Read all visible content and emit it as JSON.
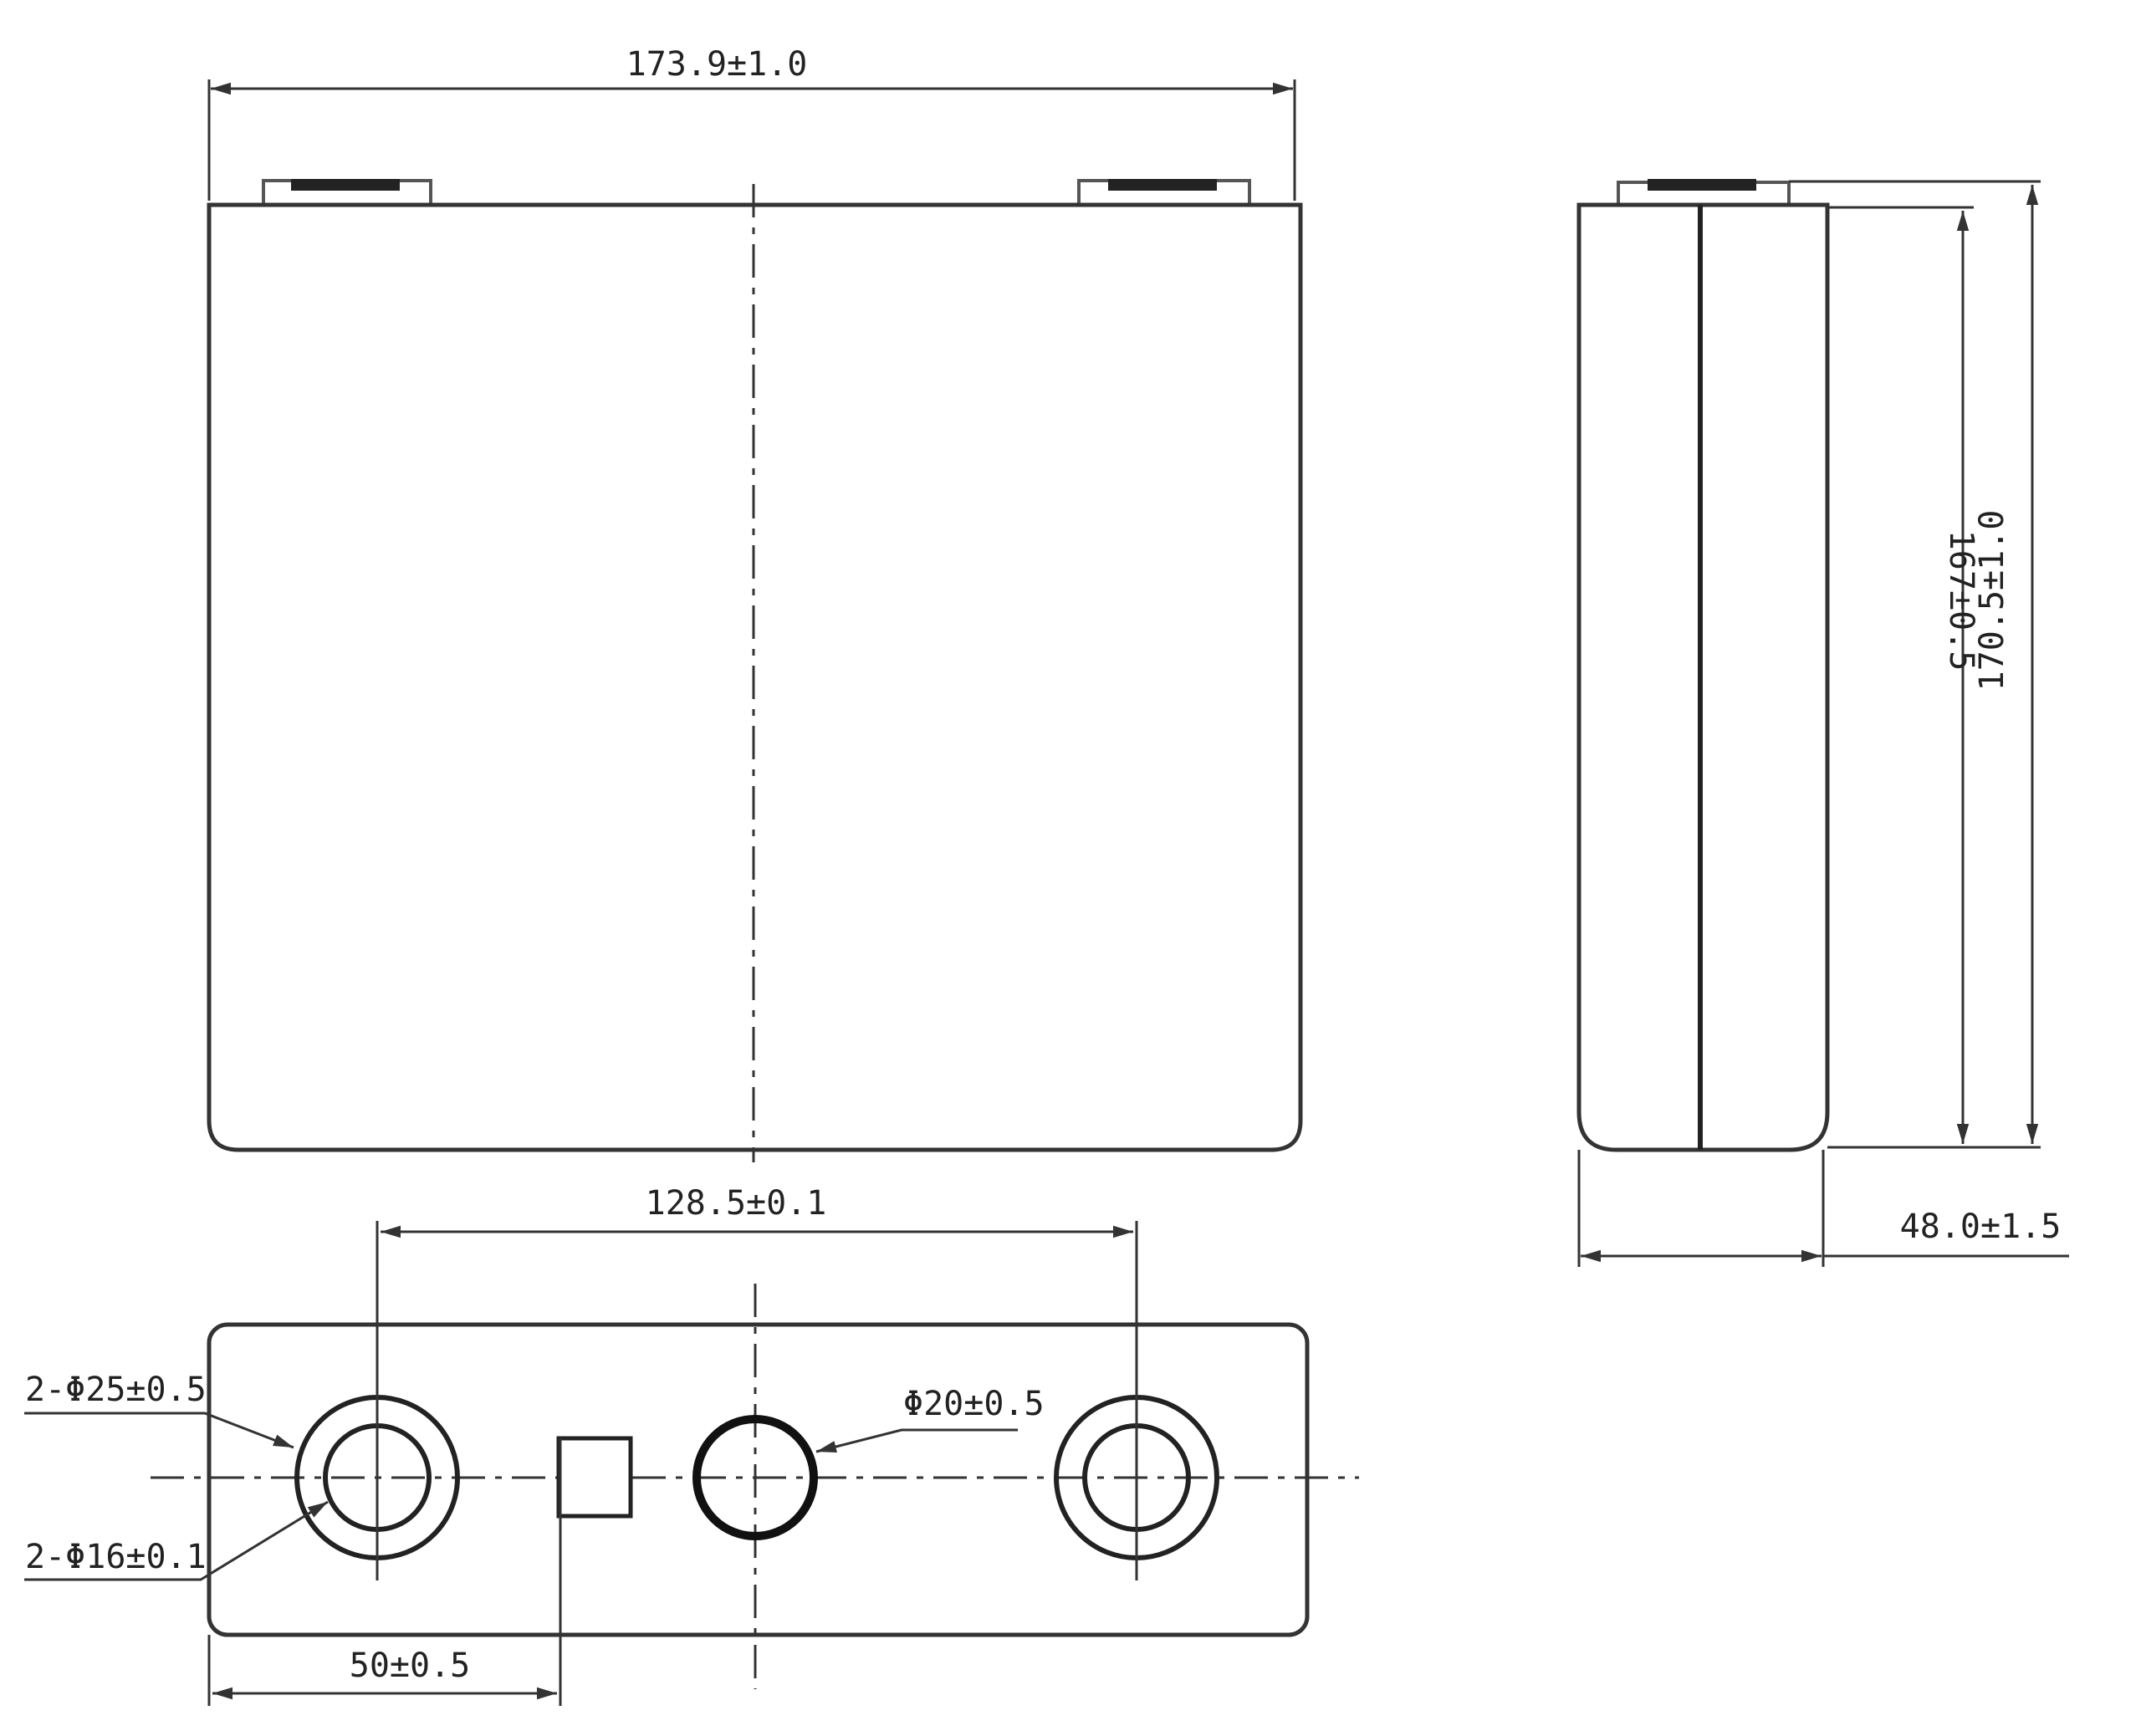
{
  "drawing": {
    "front_view": {
      "width_dim": "173.9±1.0"
    },
    "side_view": {
      "body_height_dim": "167±0.5",
      "total_height_dim": "170.5±1.0",
      "thickness_dim": "48.0±1.5"
    },
    "top_view": {
      "terminal_spacing_dim": "128.5±0.1",
      "outer_hole_dim": "2-Φ25±0.5",
      "inner_hole_dim": "2-Φ16±0.1",
      "vent_dim": "Φ20±0.5",
      "offset_dim": "50±0.5"
    }
  },
  "colors": {
    "line": "#333333",
    "background": "#ffffff"
  }
}
